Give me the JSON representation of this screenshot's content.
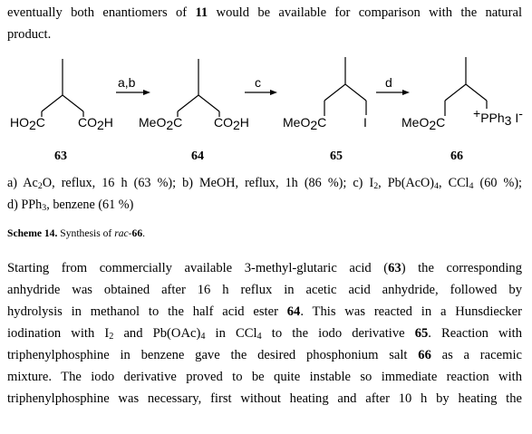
{
  "intro": {
    "line1": "eventually both enantiomers of 11 would be available for comparison with the natural",
    "line2": "product."
  },
  "scheme": {
    "compounds": [
      {
        "number": "63",
        "left_group": "HO2C",
        "right_group": "CO2H"
      },
      {
        "number": "64",
        "left_group": "MeO2C",
        "right_group": "CO2H"
      },
      {
        "number": "65",
        "left_group": "MeO2C",
        "right_group": "I"
      },
      {
        "number": "66",
        "left_group": "MeO2C",
        "right_group": "+PPh3 I-"
      }
    ],
    "arrows": [
      "a,b",
      "c",
      "d"
    ]
  },
  "conditions": {
    "line1": "a) Ac2O, reflux, 16 h (63 %); b) MeOH, reflux, 1h (86 %); c) I2, Pb(AcO)4, CCl4 (60 %);",
    "line2": "d) PPh3, benzene (61 %)"
  },
  "caption": {
    "label": "Scheme 14.",
    "text": "Synthesis of rac-66."
  },
  "body": {
    "lines": [
      "Starting from commercially available 3-methyl-glutaric acid (63) the corresponding",
      "anhydride was obtained after 16 h reflux in acetic acid anhydride, followed by",
      "hydrolysis in methanol to the half acid ester 64. This was reacted in a Hunsdiecker",
      "iodination with I2 and Pb(OAc)4 in CCl4 to the iodo derivative 65. Reaction with",
      "triphenylphosphine in benzene gave the desired phosphonium salt 66 as a racemic",
      "mixture. The iodo derivative proved to be quite instable so immediate reaction with",
      "triphenylphosphine was necessary, first without heating and after 10 h by heating the"
    ]
  }
}
